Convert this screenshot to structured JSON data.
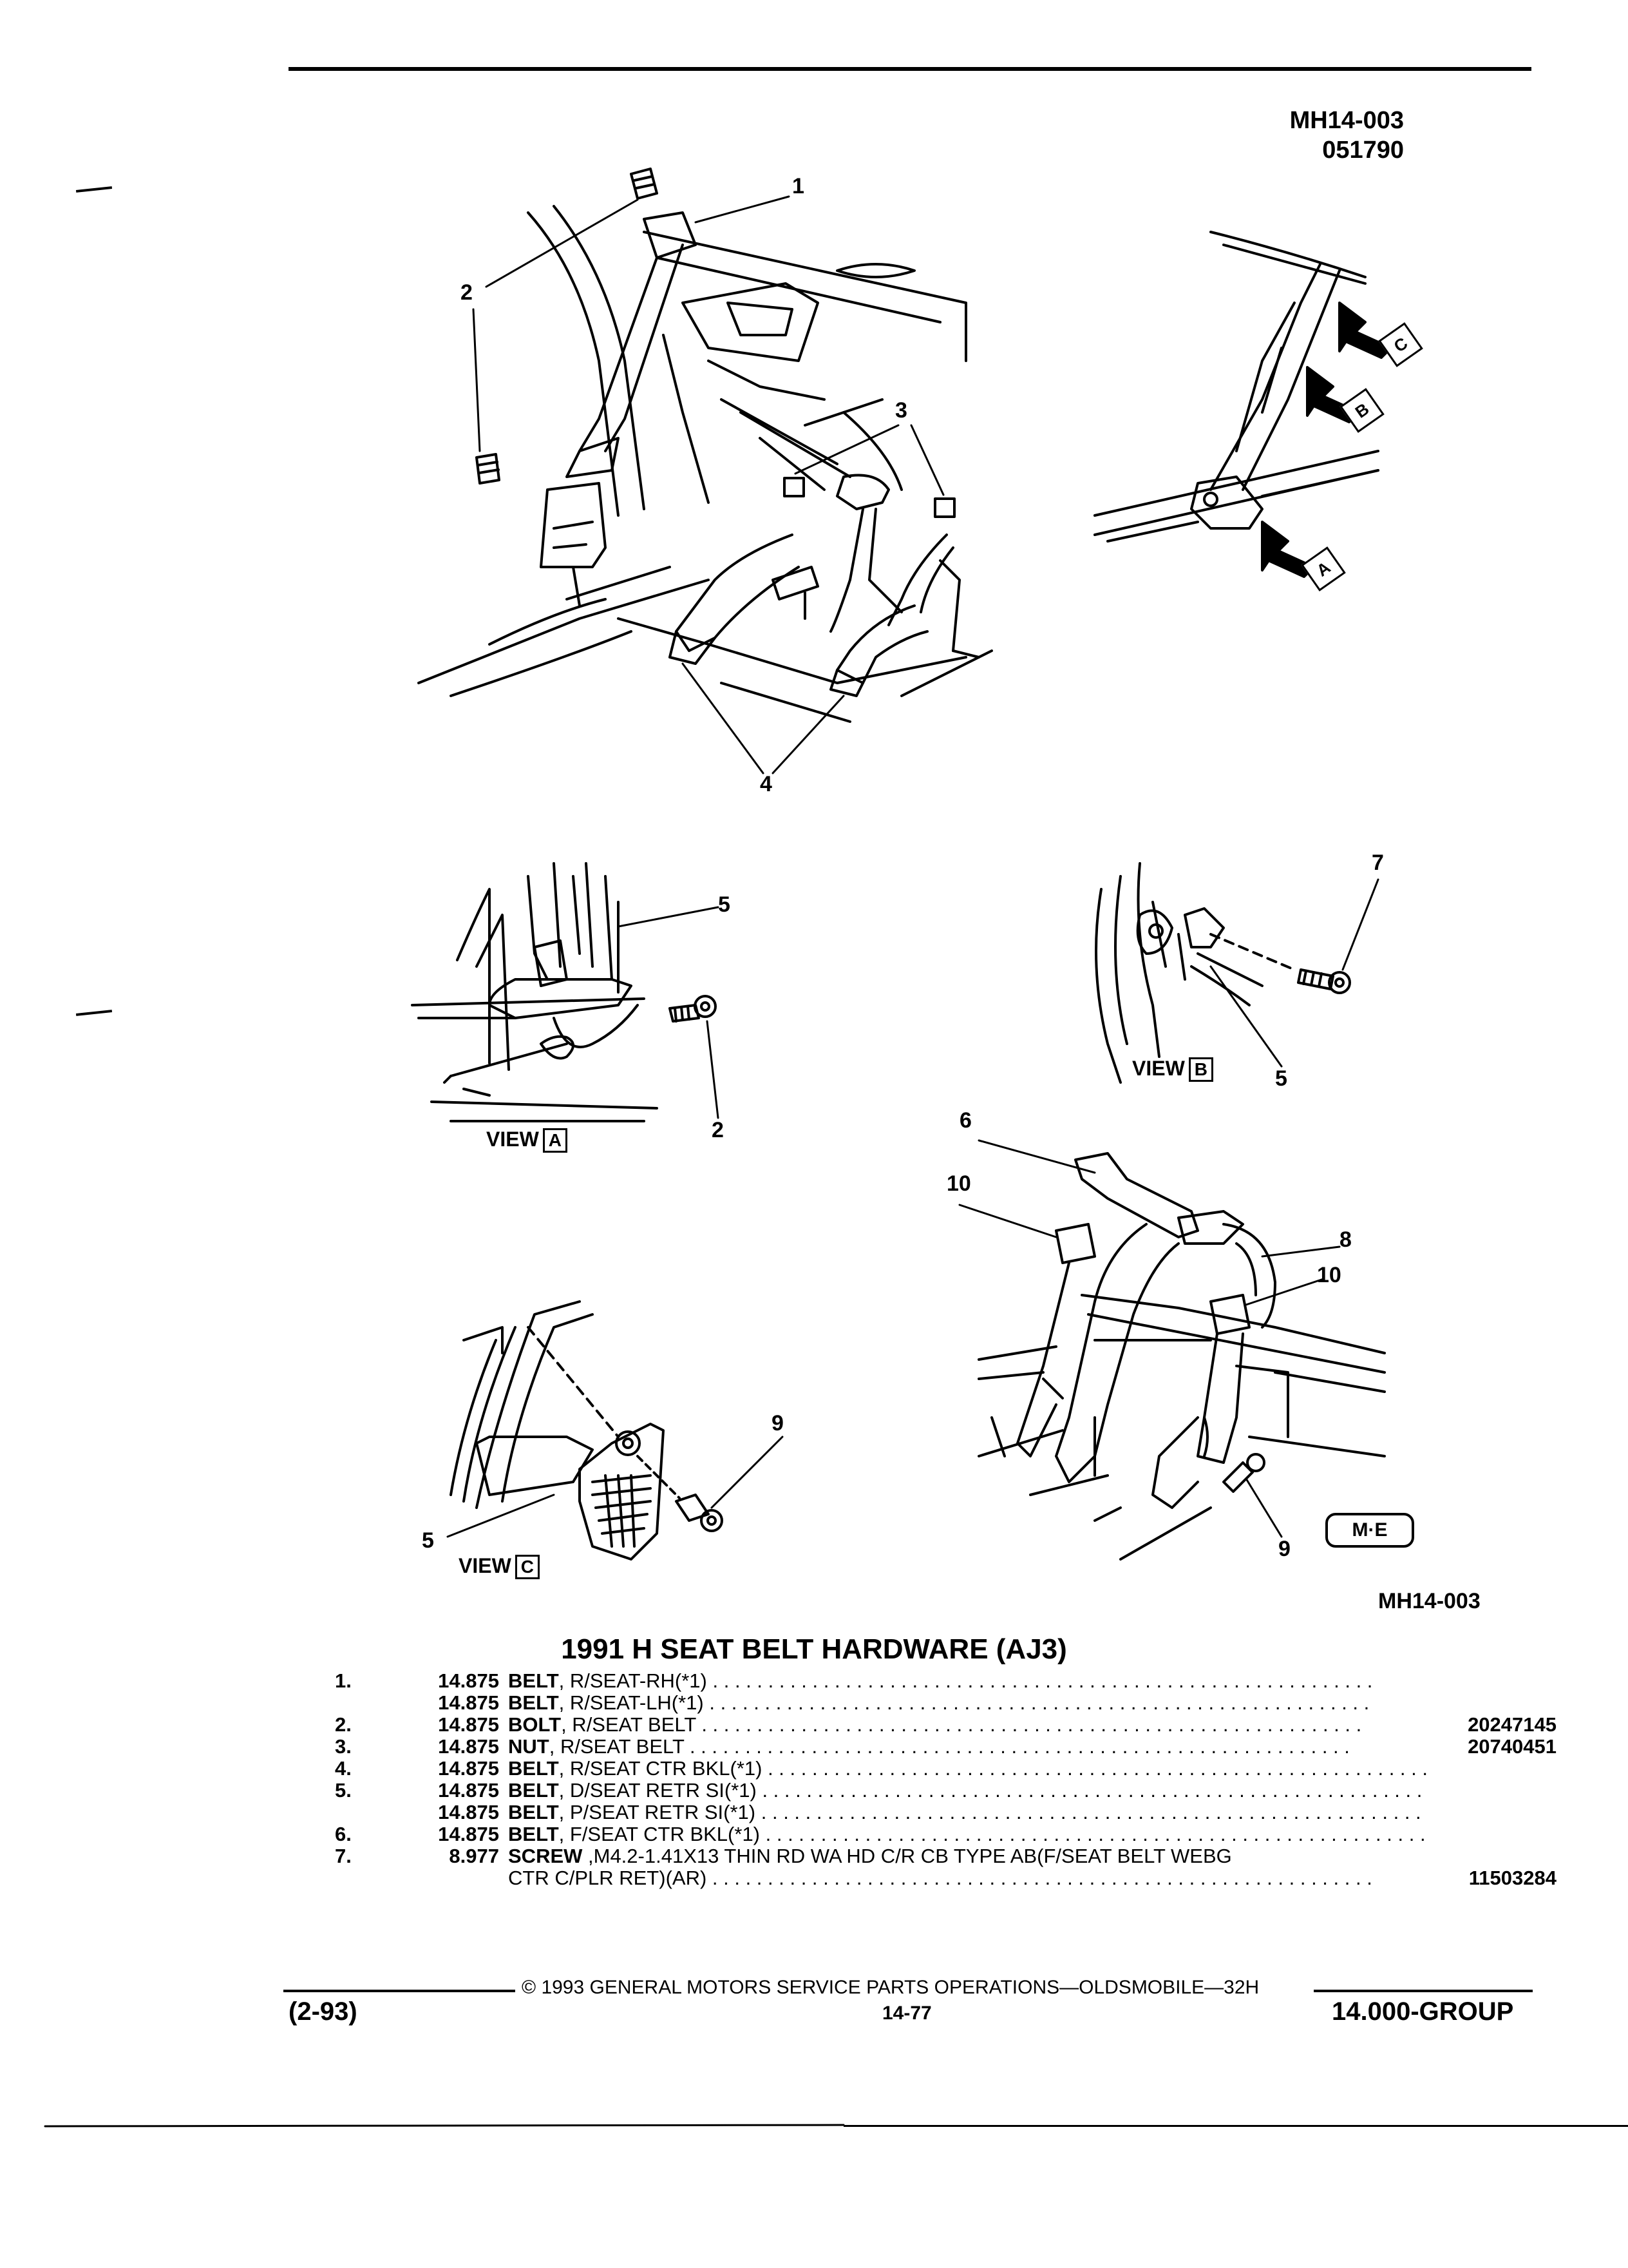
{
  "header": {
    "figure_code": "MH14-003",
    "figure_date": "051790"
  },
  "callouts": {
    "c1": "1",
    "c2": "2",
    "c3": "3",
    "c4": "4",
    "c5": "5",
    "c2b": "2",
    "c7": "7",
    "c5b": "5",
    "c6": "6",
    "c10": "10",
    "c8": "8",
    "c10b": "10",
    "c9": "9",
    "c5c": "5",
    "c9b": "9"
  },
  "views": {
    "a": {
      "word": "VIEW",
      "letter": "A"
    },
    "b": {
      "word": "VIEW",
      "letter": "B"
    },
    "c": {
      "word": "VIEW",
      "letter": "C"
    }
  },
  "arrow_tags": {
    "a": "A",
    "b": "B",
    "c": "C"
  },
  "logo_text": "M·E",
  "figure_code_bottom": "MH14-003",
  "section_title": "1991 H SEAT BELT HARDWARE (AJ3)",
  "parts": [
    {
      "num": "1.",
      "qty": "14.875",
      "lead": "BELT",
      "rest": ", R/SEAT-RH(*1)",
      "part_no": ""
    },
    {
      "num": "",
      "qty": "14.875",
      "lead": "BELT",
      "rest": ", R/SEAT-LH(*1)",
      "part_no": ""
    },
    {
      "num": "2.",
      "qty": "14.875",
      "lead": "BOLT",
      "rest": ", R/SEAT BELT",
      "part_no": "20247145"
    },
    {
      "num": "3.",
      "qty": "14.875",
      "lead": "NUT",
      "rest": ", R/SEAT BELT",
      "part_no": "20740451"
    },
    {
      "num": "4.",
      "qty": "14.875",
      "lead": "BELT",
      "rest": ", R/SEAT CTR BKL(*1)",
      "part_no": ""
    },
    {
      "num": "5.",
      "qty": "14.875",
      "lead": "BELT",
      "rest": ", D/SEAT RETR SI(*1)",
      "part_no": ""
    },
    {
      "num": "",
      "qty": "14.875",
      "lead": "BELT",
      "rest": ", P/SEAT RETR SI(*1)",
      "part_no": ""
    },
    {
      "num": "6.",
      "qty": "14.875",
      "lead": "BELT",
      "rest": ", F/SEAT CTR BKL(*1)",
      "part_no": ""
    },
    {
      "num": "7.",
      "qty": "8.977",
      "lead": "SCREW",
      "rest": " ,M4.2-1.41X13 THIN RD WA HD C/R CB TYPE AB(F/SEAT BELT WEBG",
      "part_no": ""
    },
    {
      "num": "",
      "qty": "",
      "lead": "",
      "rest": "CTR C/PLR RET)(AR)",
      "part_no": "11503284"
    }
  ],
  "footer": {
    "copyright": "© 1993 GENERAL MOTORS SERVICE PARTS OPERATIONS—OLDSMOBILE—32H",
    "revision": "(2-93)",
    "page": "14-77",
    "group": "14.000-GROUP"
  }
}
